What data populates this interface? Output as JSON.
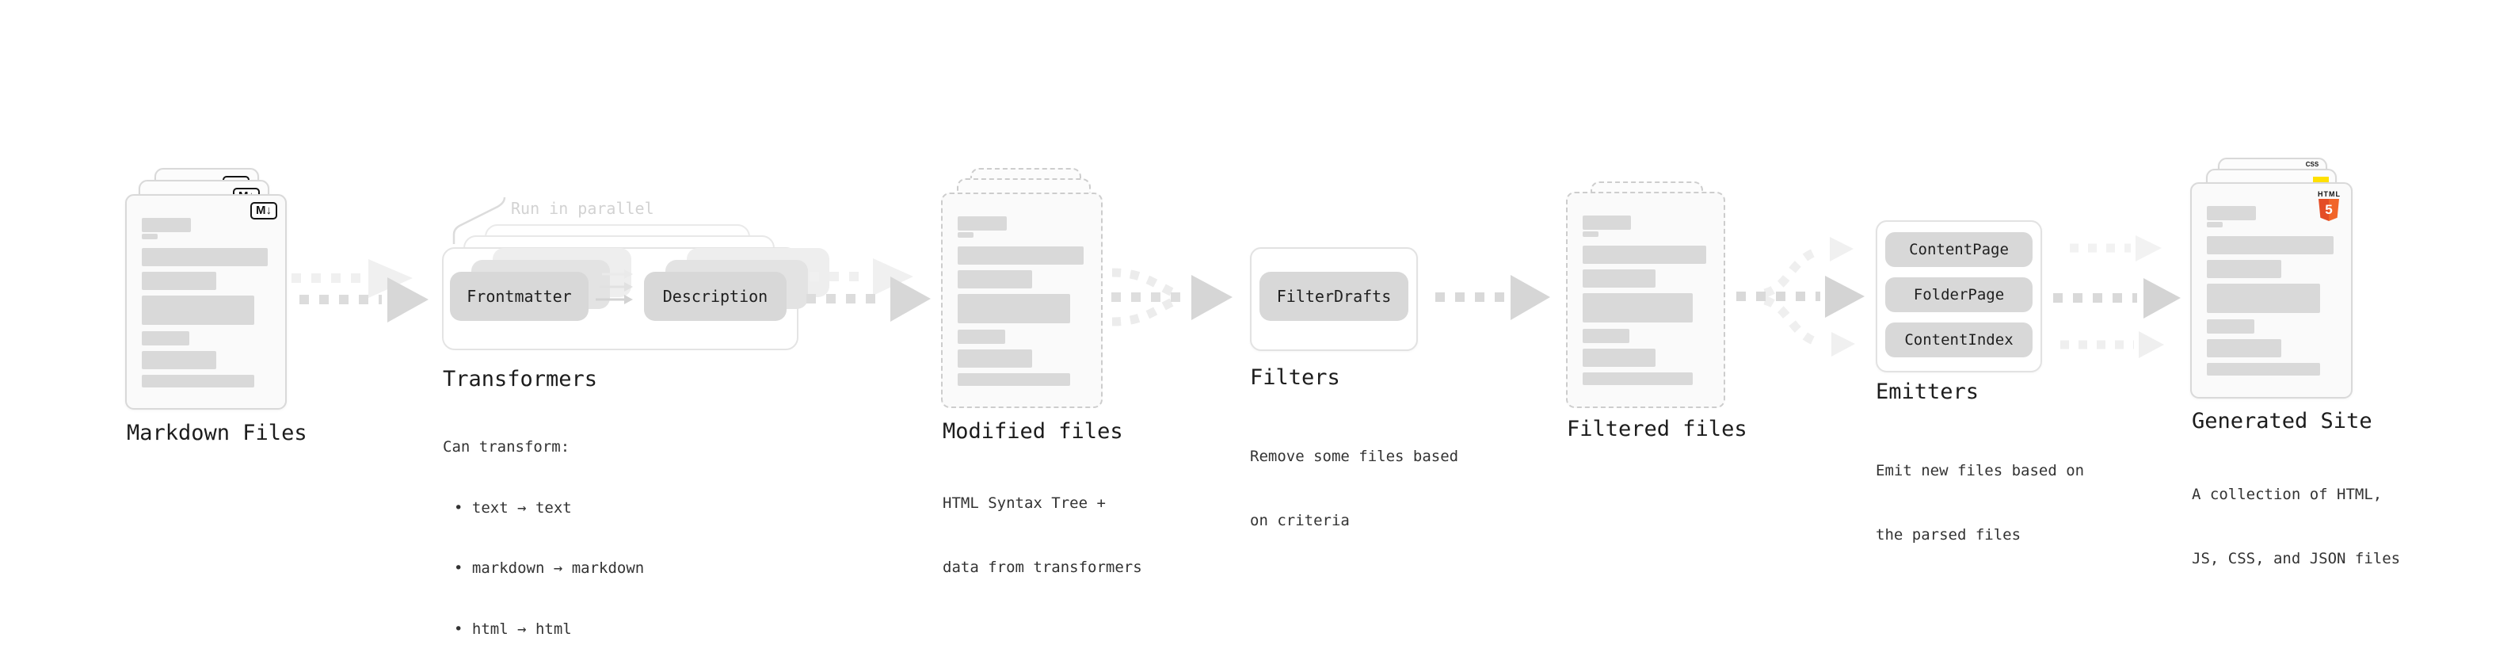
{
  "stages": {
    "markdown_files": {
      "title": "Markdown Files",
      "badge_label": "M↓"
    },
    "transformers": {
      "annotation": "Run in parallel",
      "step_from": "Frontmatter",
      "step_to": "Description",
      "title": "Transformers",
      "desc_heading": "Can transform:",
      "bullet_1": "• text → text",
      "bullet_2": "• markdown → markdown",
      "bullet_3": "• html → html"
    },
    "modified_files": {
      "title": "Modified files",
      "desc_line_1": "HTML Syntax Tree +",
      "desc_line_2": "data from transformers"
    },
    "filters": {
      "title": "Filters",
      "button_label": "FilterDrafts",
      "desc_line_1": "Remove some files based",
      "desc_line_2": "on criteria"
    },
    "filtered_files": {
      "title": "Filtered files"
    },
    "emitters": {
      "title": "Emitters",
      "button_1": "ContentPage",
      "button_2": "FolderPage",
      "button_3": "ContentIndex",
      "desc_line_1": "Emit new files based on",
      "desc_line_2": "the parsed files"
    },
    "generated_site": {
      "title": "Generated Site",
      "desc_line_1": "A collection of HTML,",
      "desc_line_2": "JS, CSS, and JSON files",
      "css_badge_label": "CSS",
      "html5_logo_label": "HTML",
      "html5_logo_number": "5"
    }
  },
  "colors": {
    "card_fill": "#fafafa",
    "card_border": "#d9d9d9",
    "dashed_border": "#cdcdcd",
    "pill_fill": "#d8d8d8",
    "arrow_gray": "#d7d7d7",
    "arrow_light": "#f0f0f0",
    "annotation_gray": "#d2d2d2",
    "html5_orange_dark": "#e44d26",
    "html5_orange_light": "#f16529",
    "js_yellow": "#ffe000",
    "css_blue": "#2962f2"
  }
}
